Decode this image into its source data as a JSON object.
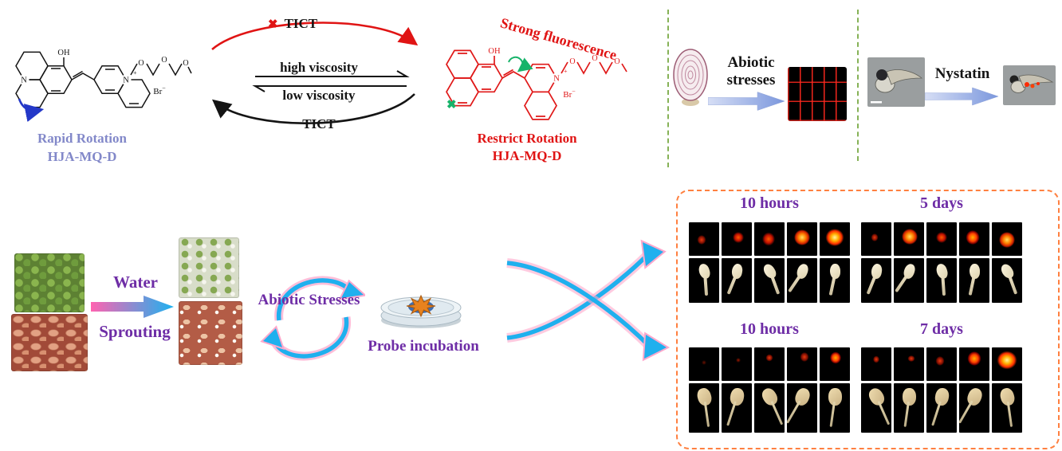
{
  "scheme": {
    "rapid_rotation": "Rapid Rotation",
    "probe_name_left": "HJA-MQ-D",
    "cross_red": "✖",
    "cross_green": "✖",
    "tict_top": "TICT",
    "high_viscosity": "high viscosity",
    "low_viscosity": "low viscosity",
    "tict_bottom": "TICT",
    "strong_fluorescence": "Strong fluorescence",
    "restrict_rotation": "Restrict Rotation",
    "probe_name_right": "HJA-MQ-D",
    "atoms": {
      "oh": "OH",
      "n": "N",
      "plus": "+",
      "br": "Br",
      "minus": "−",
      "o": "O"
    }
  },
  "onion_assay": {
    "arrow_line1": "Abiotic",
    "arrow_line2": "stresses"
  },
  "zebrafish_assay": {
    "arrow_label": "Nystatin"
  },
  "sprouting_flow": {
    "water": "Water",
    "sprouting": "Sprouting",
    "abiotic_stresses": "Abiotic Stresses",
    "probe_incubation": "Probe incubation"
  },
  "results_panel": {
    "group1": {
      "left_header": "10 hours",
      "right_header": "5 days"
    },
    "group2": {
      "left_header": "10 hours",
      "right_header": "7 days"
    }
  },
  "colors": {
    "accent_purple": "#6e2da6",
    "scheme_red": "#e01414",
    "label_slate": "#8288c9",
    "panel_border_orange": "#ff8040",
    "arrow_cyan": "#1fb0ee",
    "arrow_pink": "#ffa8cc"
  }
}
